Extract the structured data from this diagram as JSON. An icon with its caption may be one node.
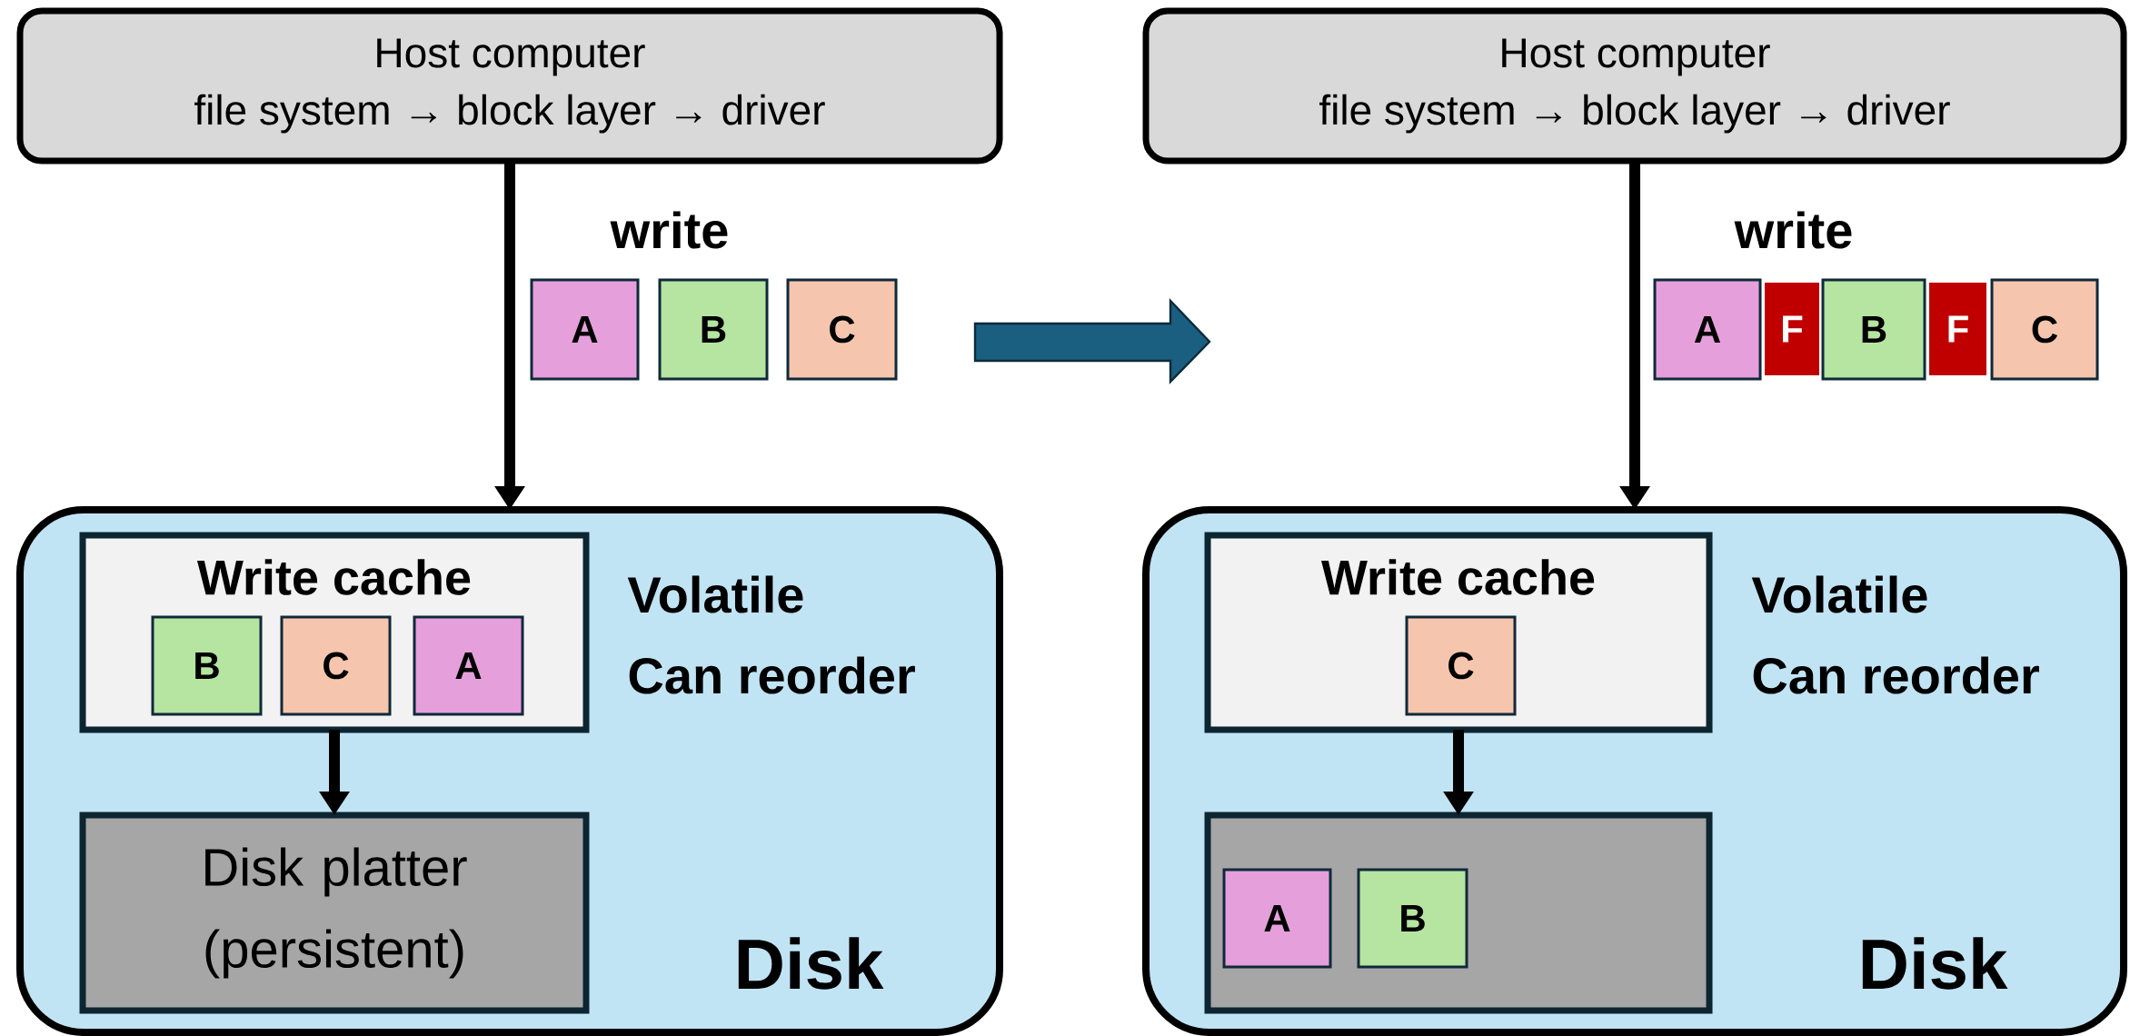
{
  "diagram": {
    "nodes": [
      {
        "text": [
          "Host computer",
          "file system → block layer → driver"
        ]
      },
      {
        "text": [
          "A"
        ]
      },
      {
        "text": [
          "B"
        ]
      },
      {
        "text": [
          "C"
        ]
      },
      {
        "text": [
          "Disk"
        ]
      },
      {
        "text": [
          "Write cache"
        ],
        "in": 4,
        "beside": [
          "Volatile",
          "Can reorder"
        ]
      },
      {
        "text": [
          "B"
        ],
        "in": 5
      },
      {
        "text": [
          "C"
        ],
        "in": 5
      },
      {
        "text": [
          "A"
        ],
        "in": 5
      },
      {
        "text": [
          "Disk platter (persistent)"
        ],
        "in": 4
      },
      {
        "text": [
          "Host computer",
          "file system → block layer → driver"
        ]
      },
      {
        "text": [
          "A"
        ]
      },
      {
        "text": [
          "F"
        ]
      },
      {
        "text": [
          "B"
        ]
      },
      {
        "text": [
          "F"
        ]
      },
      {
        "text": [
          "C"
        ]
      },
      {
        "text": [
          "Disk"
        ]
      },
      {
        "text": [
          "Write cache"
        ],
        "in": 16,
        "beside": [
          "Volatile",
          "Can reorder"
        ]
      },
      {
        "text": [
          "C"
        ],
        "in": 17
      },
      {
        "text": [],
        "shape": "box",
        "in": 16
      },
      {
        "text": [
          "A"
        ],
        "in": 19
      },
      {
        "text": [
          "B"
        ],
        "in": 19
      }
    ],
    "edges": [
      {
        "from": 0,
        "to": 4,
        "arrow": "to"
      },
      {
        "from": 5,
        "to": 9,
        "arrow": "to"
      },
      {
        "from": 10,
        "to": 16,
        "arrow": "to"
      },
      {
        "from": 17,
        "to": 19,
        "arrow": "to"
      }
    ],
    "labels": [
      "write",
      "write"
    ]
  }
}
